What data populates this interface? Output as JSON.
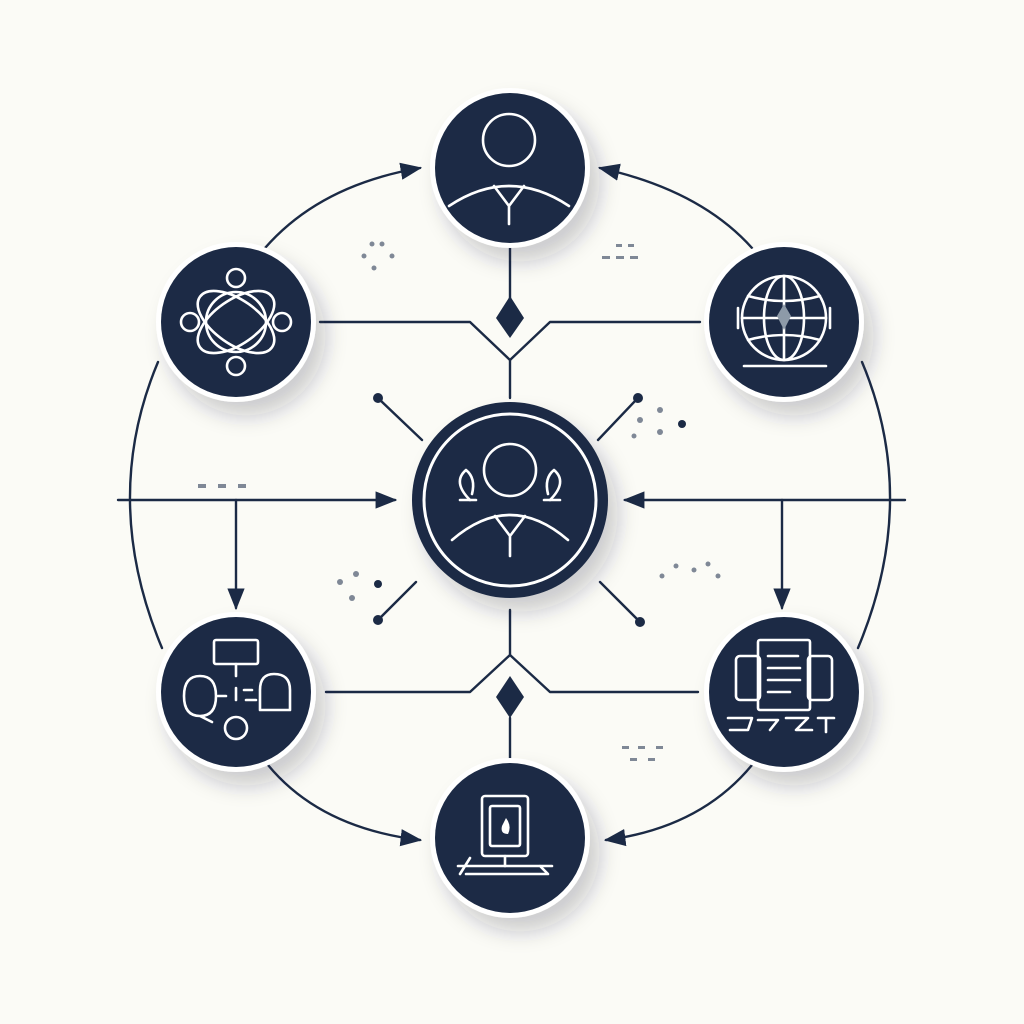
{
  "colors": {
    "background": "#fbfbf6",
    "node_fill": "#1b2a45",
    "line": "#1b2a45",
    "icon_stroke": "#ffffff"
  },
  "center_node": {
    "icon": "person-headset-icon"
  },
  "nodes": [
    {
      "position": "top",
      "icon": "user-icon"
    },
    {
      "position": "upper-left",
      "icon": "network-nodes-icon"
    },
    {
      "position": "upper-right",
      "icon": "globe-icon"
    },
    {
      "position": "lower-left",
      "icon": "flowchart-icon"
    },
    {
      "position": "lower-right",
      "icon": "documents-icon"
    },
    {
      "position": "bottom",
      "icon": "kiosk-device-icon"
    }
  ]
}
